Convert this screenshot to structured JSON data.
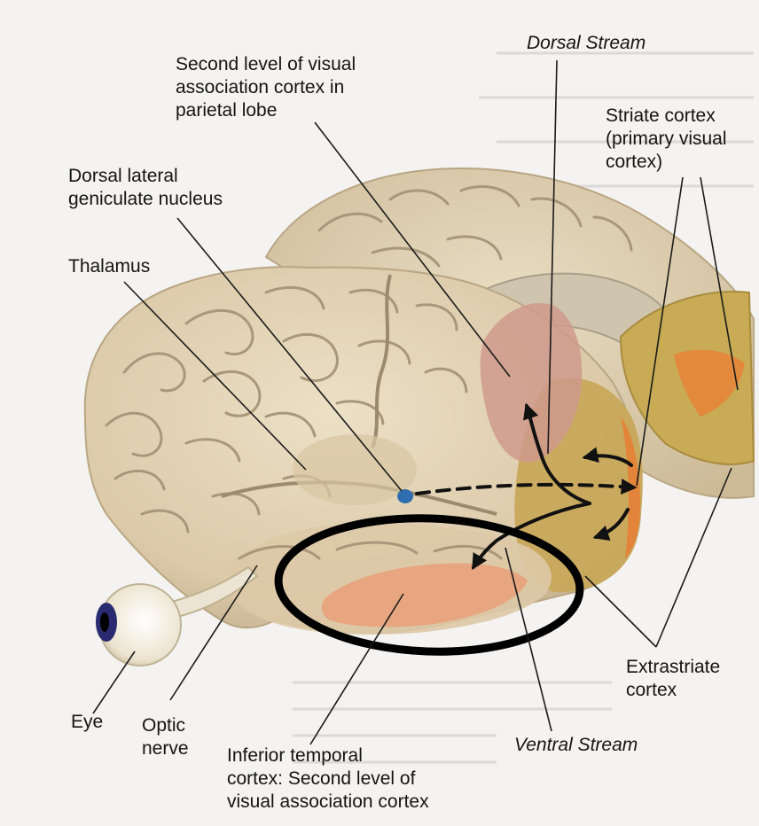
{
  "labels": {
    "second_level_parietal": "Second level of visual\nassociation cortex in\nparietal lobe",
    "dorsal_stream": "Dorsal Stream",
    "striate_cortex": "Striate cortex\n(primary visual\ncortex)",
    "dorsal_lgn": "Dorsal lateral\ngeniculate nucleus",
    "thalamus": "Thalamus",
    "extrastriate": "Extrastriate\ncortex",
    "eye": "Eye",
    "optic_nerve": "Optic\nnerve",
    "inferior_temporal": "Inferior temporal\ncortex: Second level of\nvisual association cortex",
    "ventral_stream": "Ventral Stream"
  },
  "colors": {
    "page": "#f4f3f1",
    "brain": "#e2d3b6",
    "brain_shadow": "#c6b493",
    "sulcus": "#a8977a",
    "medial_brain": "#ddd0b4",
    "extrastriate": "#c7a95a",
    "striate": "#e0904a",
    "parietal_association": "#cf9c8e",
    "temporal_association": "#e6a27e",
    "lgn": "#2f6fb0",
    "highlight_ellipse": "#000000",
    "eye_iris": "#2a2a70"
  }
}
